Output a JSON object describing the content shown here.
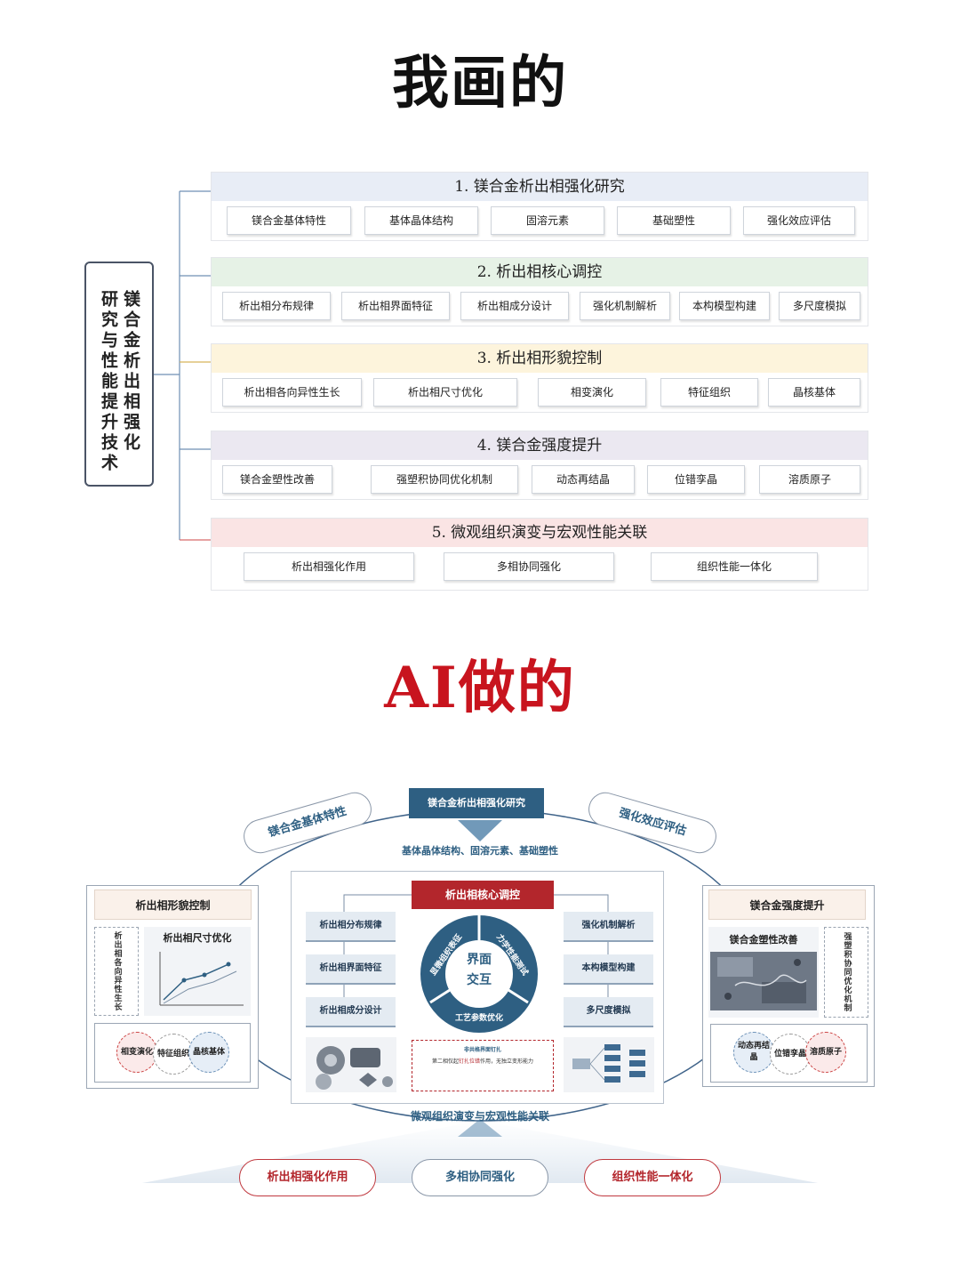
{
  "part1": {
    "heading": "我画的",
    "root": {
      "col1": "镁合金析出相强化",
      "col2": "研究与性能提升技术"
    },
    "sections": [
      {
        "title": "1. 镁合金析出相强化研究",
        "items": [
          "镁合金基体特性",
          "基体晶体结构",
          "固溶元素",
          "基础塑性",
          "强化效应评估"
        ]
      },
      {
        "title": "2. 析出相核心调控",
        "items": [
          "析出相分布规律",
          "析出相界面特征",
          "析出相成分设计",
          "强化机制解析",
          "本构模型构建",
          "多尺度模拟"
        ]
      },
      {
        "title": "3. 析出相形貌控制",
        "items": [
          "析出相各向异性生长",
          "析出相尺寸优化",
          "相变演化",
          "特征组织",
          "晶核基体"
        ]
      },
      {
        "title": "4. 镁合金强度提升",
        "items": [
          "镁合金塑性改善",
          "强塑积协同优化机制",
          "动态再结晶",
          "位错孪晶",
          "溶质原子"
        ]
      },
      {
        "title": "5. 微观组织演变与宏观性能关联",
        "items": [
          "析出相强化作用",
          "多相协同强化",
          "组织性能一体化"
        ]
      }
    ],
    "colors": {
      "s1": "#e8edf6",
      "s2": "#e6f2e6",
      "s3": "#fdf4dc",
      "s4": "#ebe8f1",
      "s5": "#fae4e4",
      "line": "#6f8fb3"
    }
  },
  "part2": {
    "heading": "AI做的",
    "top_title": "镁合金析出相强化研究",
    "subtitle": "基体晶体结构、固溶元素、基础塑性",
    "left_pill": "镁合金基体特性",
    "right_pill": "强化效应评估",
    "left_panel": {
      "title": "析出相形貌控制",
      "vertical": "析出相各向异性生长",
      "chart_title": "析出相尺寸优化",
      "circles": [
        "相变演化",
        "特征组织",
        "晶核基体"
      ]
    },
    "right_panel": {
      "title": "镁合金强度提升",
      "image_title": "镁合金塑性改善",
      "vertical": "强塑积协同优化机制",
      "circles": [
        "动态再结晶",
        "位错孪晶",
        "溶质原子"
      ]
    },
    "core": {
      "title": "析出相核心调控",
      "left_items": [
        "析出相分布规律",
        "析出相界面特征",
        "析出相成分设计"
      ],
      "right_items": [
        "强化机制解析",
        "本构模型构建",
        "多尺度模拟"
      ],
      "ring_center": [
        "界面",
        "交互"
      ],
      "ring_labels": [
        "显微组织表征",
        "力学性能测试",
        "工艺参数优化"
      ],
      "note_title": "非共格界面钉扎",
      "note_text_a": "第二相仅起",
      "note_text_b": "钉扎位错",
      "note_text_c": "作用，无独立变形能力"
    },
    "bottom_caption": "微观组织演变与宏观性能关联",
    "bottom_pills": [
      "析出相强化作用",
      "多相协同强化",
      "组织性能一体化"
    ],
    "colors": {
      "navy": "#2e5f82",
      "red": "#b3262c",
      "heading_red": "#c8141e"
    }
  }
}
